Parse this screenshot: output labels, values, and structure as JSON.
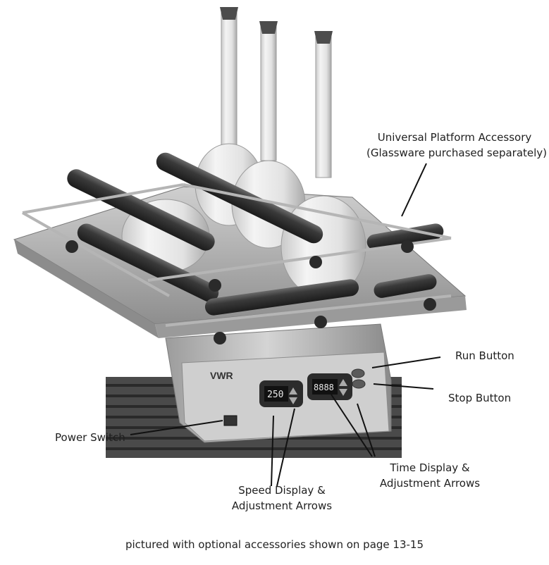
{
  "brand": "VWR",
  "speed_display": "250",
  "time_display": "8888",
  "callouts": {
    "platform": [
      "Universal Platform Accessory",
      "(Glassware purchased separately)"
    ],
    "run": "Run Button",
    "stop": "Stop Button",
    "power": "Power Switch",
    "speed": [
      "Speed Display &",
      "Adjustment Arrows"
    ],
    "time": [
      "Time Display &",
      "Adjustment Arrows"
    ]
  },
  "caption": "pictured with optional accessories shown on page 13-15"
}
